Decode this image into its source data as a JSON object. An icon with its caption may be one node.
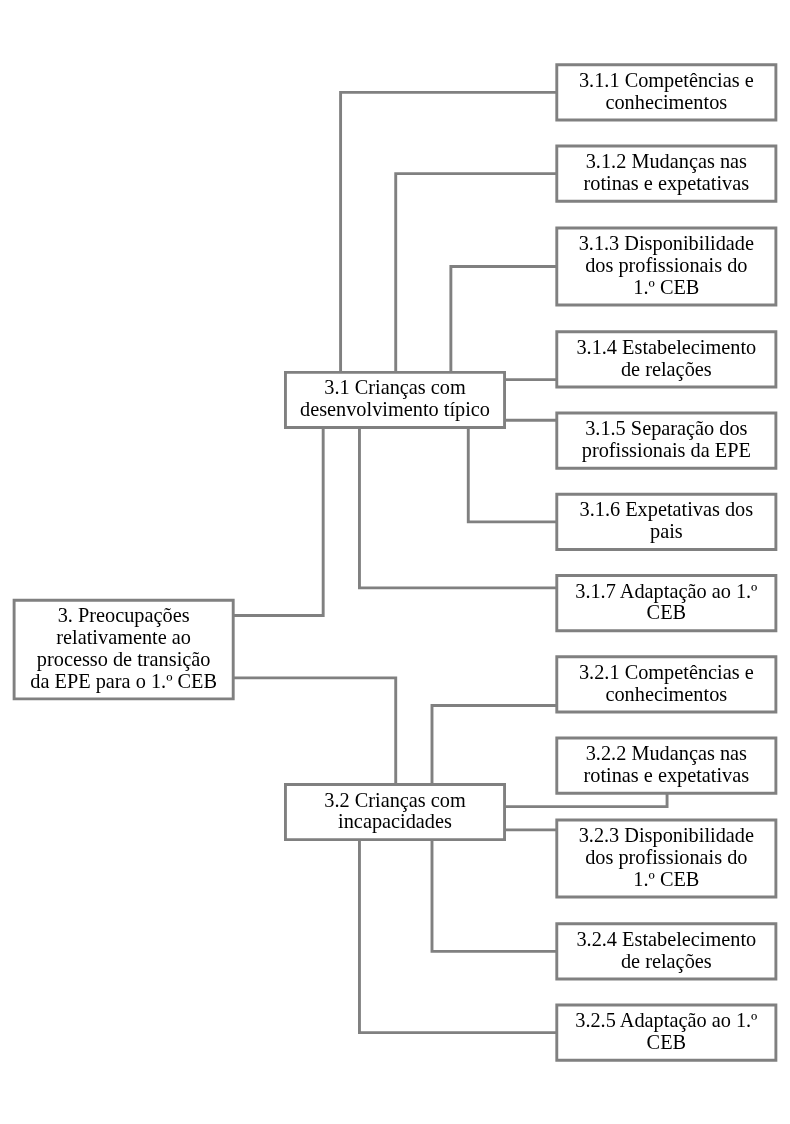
{
  "diagram": {
    "nodes": [
      {
        "text": [
          "3. Preocupações relativamente ao processo de transição da EPE para o 1.º CEB"
        ]
      },
      {
        "text": [
          "3.1 Crianças com desenvolvimento típico"
        ]
      },
      {
        "text": [
          "3.1.1 Competências e conhecimentos"
        ]
      },
      {
        "text": [
          "3.1.2 Mudanças nas rotinas e expetativas"
        ]
      },
      {
        "text": [
          "3.1.3 Disponibilidade dos profissionais do 1.º CEB"
        ]
      },
      {
        "text": [
          "3.1.4 Estabelecimento de relações"
        ]
      },
      {
        "text": [
          "3.1.5 Separação dos profissionais da EPE"
        ]
      },
      {
        "text": [
          "3.1.6 Expetativas dos pais"
        ]
      },
      {
        "text": [
          "3.1.7 Adaptação ao 1.º CEB"
        ]
      },
      {
        "text": [
          "3.2 Crianças com incapacidades"
        ]
      },
      {
        "text": [
          "3.2.1 Competências e conhecimentos"
        ]
      },
      {
        "text": [
          "3.2.2 Mudanças nas rotinas e expetativas"
        ]
      },
      {
        "text": [
          "3.2.3 Disponibilidade dos profissionais do 1.º CEB"
        ]
      },
      {
        "text": [
          "3.2.4 Estabelecimento de relações"
        ]
      },
      {
        "text": [
          "3.2.5 Adaptação ao 1.º CEB"
        ]
      }
    ],
    "edges": [
      {
        "from": 0,
        "to": 1,
        "arrow": "none"
      },
      {
        "from": 0,
        "to": 9,
        "arrow": "none"
      },
      {
        "from": 1,
        "to": 2,
        "arrow": "none"
      },
      {
        "from": 1,
        "to": 3,
        "arrow": "none"
      },
      {
        "from": 1,
        "to": 4,
        "arrow": "none"
      },
      {
        "from": 1,
        "to": 5,
        "arrow": "none"
      },
      {
        "from": 1,
        "to": 6,
        "arrow": "none"
      },
      {
        "from": 1,
        "to": 7,
        "arrow": "none"
      },
      {
        "from": 1,
        "to": 8,
        "arrow": "none"
      },
      {
        "from": 9,
        "to": 10,
        "arrow": "none"
      },
      {
        "from": 9,
        "to": 11,
        "arrow": "none"
      },
      {
        "from": 9,
        "to": 12,
        "arrow": "none"
      },
      {
        "from": 9,
        "to": 13,
        "arrow": "none"
      },
      {
        "from": 9,
        "to": 14,
        "arrow": "none"
      }
    ]
  }
}
